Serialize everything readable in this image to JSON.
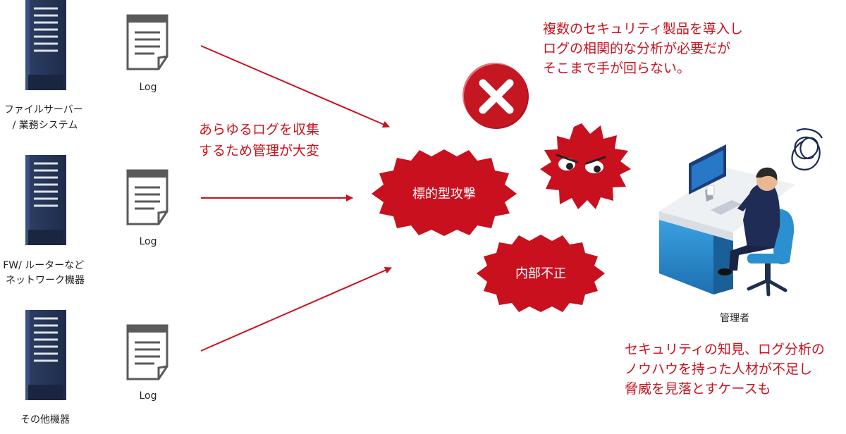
{
  "sources": [
    {
      "label_lines": [
        "ファイルサーバー",
        "/ 業務システム"
      ],
      "log_label": "Log"
    },
    {
      "label_lines": [
        "FW/ ルーターなど",
        "ネットワーク機器"
      ],
      "log_label": "Log"
    },
    {
      "label_lines": [
        "その他機器"
      ],
      "log_label": "Log"
    }
  ],
  "collection_note": [
    "あらゆるログを収集",
    "するため管理が大変"
  ],
  "threats": {
    "targeted_attack": "標的型攻撃",
    "insider_fraud": "内部不正"
  },
  "top_note": [
    "複数のセキュリティ製品を導入し",
    "ログの相関的な分析が必要だが",
    "そこまで手が回らない。"
  ],
  "admin_label": "管理者",
  "bottom_note": [
    "セキュリティの知見、ログ分析の",
    "ノウハウを持った人材が不足し",
    "脅威を見落とすケースも"
  ],
  "colors": {
    "accent_red": "#c9121e",
    "burst_red": "#c8101e",
    "server_navy": "#243456",
    "log_gray": "#5a5a5a",
    "desk_blue": "#2b90d0"
  },
  "icons": [
    "server-icon",
    "log-document-icon",
    "arrow-icon",
    "x-mark-icon",
    "virus-monster-icon",
    "administrator-icon",
    "stress-scribble-icon"
  ]
}
